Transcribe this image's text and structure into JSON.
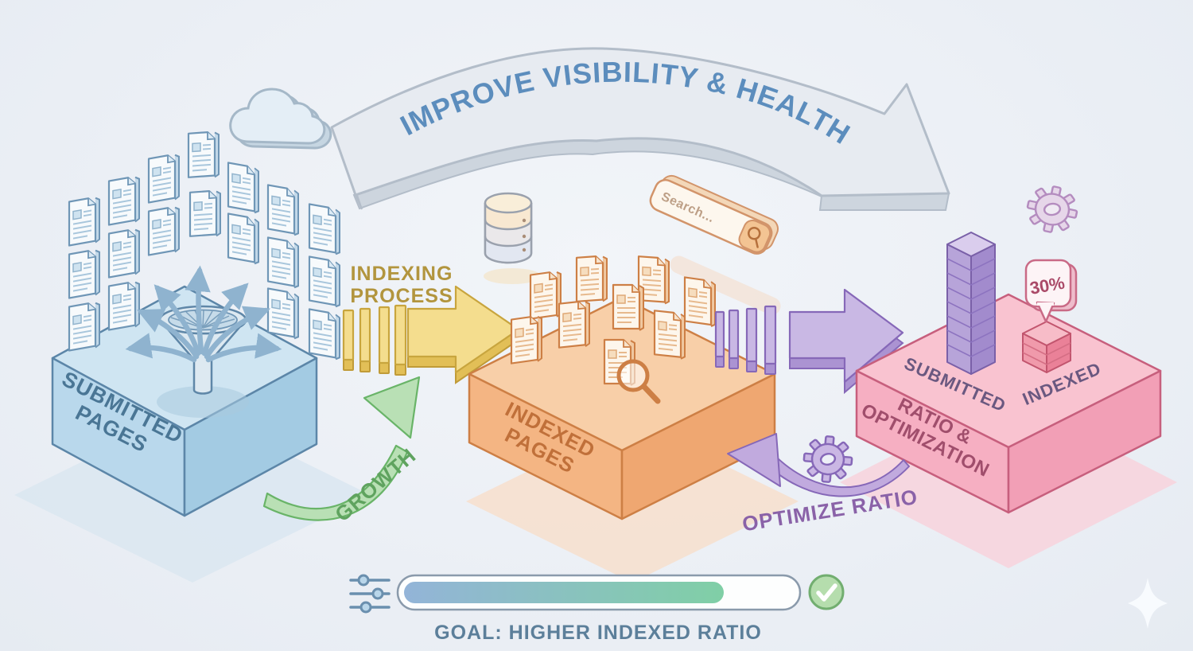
{
  "arc": {
    "label": "IMPROVE VISIBILITY & HEALTH",
    "fill": "#e7ebf1",
    "text_color": "#5c8dbd"
  },
  "submitted_platform": {
    "line1": "SUBMITTED",
    "line2": "PAGES",
    "color": "#bcd9ec",
    "text_color": "#4a7695"
  },
  "indexing_arrow": {
    "line1": "INDEXING",
    "line2": "PROCESS",
    "color": "#f4dd8e",
    "text_color": "#b2953e"
  },
  "indexed_platform": {
    "line1": "INDEXED",
    "line2": "PAGES",
    "color": "#f5b98a",
    "text_color": "#c0703a"
  },
  "growth_arrow": {
    "label": "GROWTH",
    "color": "#b9e0b5",
    "text_color": "#5fa35f"
  },
  "optimize_arrow": {
    "label": "OPTIMIZE RATIO",
    "color": "#c5b2e2",
    "text_color": "#8a62a8"
  },
  "ratio_platform": {
    "line1": "RATIO &",
    "line2": "OPTIMIZATION",
    "submitted_label": "SUBMITTED",
    "indexed_label": "INDEXED",
    "badge": "30%",
    "color": "#f7bac9",
    "text_color": "#a04e6c",
    "bar_label_color": "#6a5880"
  },
  "search_bar": {
    "placeholder": "Search..."
  },
  "goal": {
    "label": "GOAL: HIGHER INDEXED RATIO",
    "progress_pct": 80,
    "progress_fill_width": "402",
    "text_color": "#5c7f9a"
  },
  "icons": {
    "cloud": "cloud-icon",
    "database": "database-icon",
    "funnel": "funnel-icon",
    "document": "document-icon",
    "search_magnifier": "search-icon",
    "gear": "gear-icon",
    "sliders": "sliders-icon",
    "check": "check-icon",
    "sparkle": "sparkle-icon"
  },
  "colors": {
    "background": "#edf1f7",
    "progress_start": "#93b4d8",
    "progress_end": "#80cfa6",
    "doc_blue_stroke": "#6f96b6",
    "doc_orange_stroke": "#cd7f45",
    "pink_stroke": "#c75f7d"
  }
}
